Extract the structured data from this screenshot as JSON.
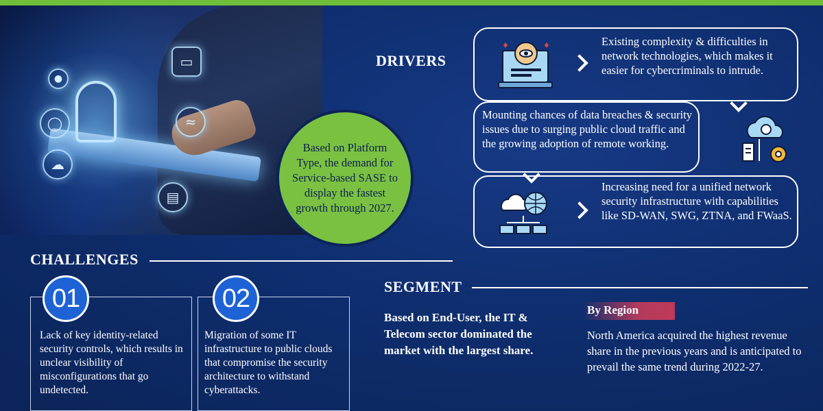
{
  "drivers": {
    "title": "DRIVERS",
    "items": [
      {
        "text": "Existing complexity & difficulties in network technologies, which makes it easier for cybercriminals to intrude.",
        "icon": "eye-monitor-icon"
      },
      {
        "text": "Mounting chances of data breaches & security issues due to surging public cloud traffic and the growing adoption of remote working.",
        "icon": "cloud-gear-icon"
      },
      {
        "text": "Increasing need for a unified network security infrastructure with capabilities like SD-WAN, SWG, ZTNA, and FWaaS.",
        "icon": "cloud-network-icon"
      }
    ]
  },
  "highlight": {
    "text": "Based on Platform Type, the demand for Service-based SASE to display the fastest growth through 2027."
  },
  "challenges": {
    "title": "CHALLENGES",
    "items": [
      {
        "number": "01",
        "text": "Lack of key identity-related security controls, which results in unclear visibility of misconfigurations that go undetected."
      },
      {
        "number": "02",
        "text": "Migration of some IT infrastructure to public clouds that compromise the security architecture to withstand cyberattacks."
      }
    ]
  },
  "segment": {
    "title": "SEGMENT",
    "text": "Based on End-User, the IT & Telecom sector dominated the market with the largest share.",
    "region_label": "By Region",
    "region_text": "North America acquired the highest revenue share in the previous years and is anticipated to prevail the same trend during 2022-27."
  },
  "colors": {
    "background": "#0f2e6f",
    "accent_green": "#7ac142",
    "badge_blue": "#1e63d6",
    "region_label": "#c0395a"
  }
}
